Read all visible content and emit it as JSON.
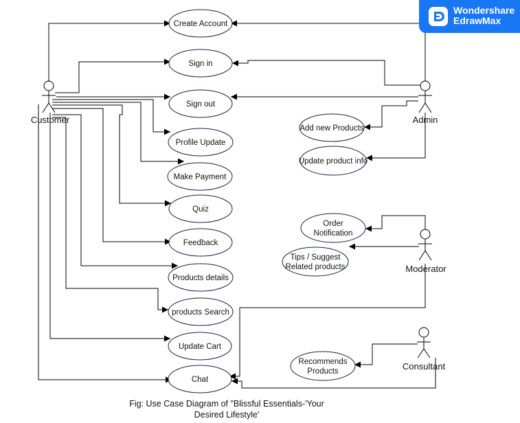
{
  "actors": {
    "customer": "Customer",
    "admin": "Admin",
    "moderator": "Moderator",
    "consultant": "Consultant"
  },
  "use_cases": {
    "create_account": "Create Account",
    "sign_in": "Sign in",
    "sign_out": "Sign out",
    "profile_update": "Profile Update",
    "make_payment": "Make Payment",
    "quiz": "Quiz",
    "feedback": "Feedback",
    "products_details": "Products details",
    "products_search": "products Search",
    "update_cart": "Update Cart",
    "chat": "Chat",
    "add_new_products": "Add new Products",
    "update_product_info": "Update product info",
    "order_notification": [
      "Order",
      "Notification"
    ],
    "tips_suggest": [
      "Tips / Suggest",
      "Related products"
    ],
    "recommends_products": [
      "Recommends",
      "Products"
    ]
  },
  "caption": {
    "line1": "Fig: Use Case Diagram of \"Blissful Essentials-'Your",
    "line2": "Desired Lifestyle'"
  },
  "watermark": {
    "brand": "Wondershare",
    "product": "EdrawMax",
    "color": "#1877f2"
  }
}
